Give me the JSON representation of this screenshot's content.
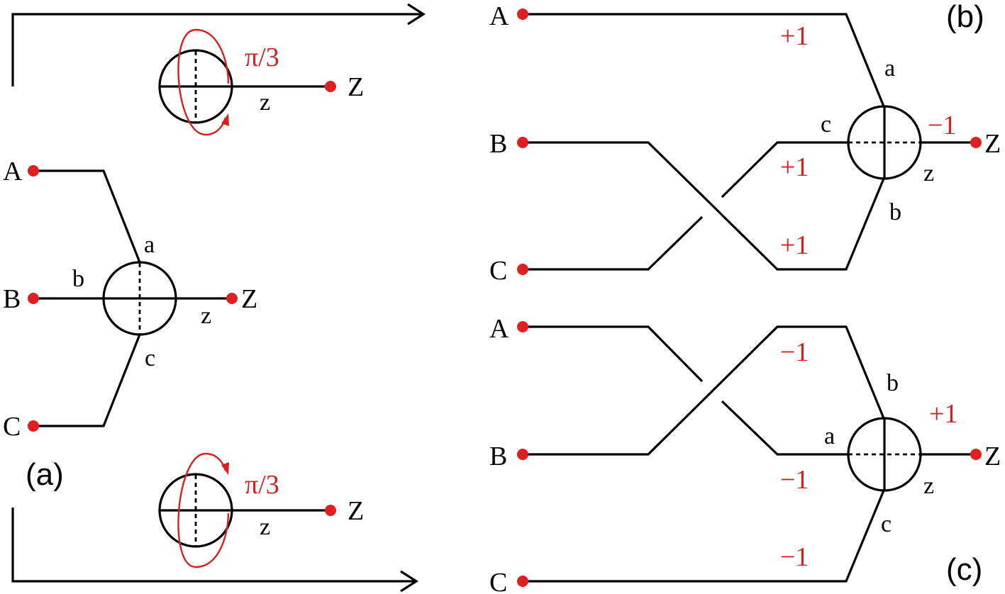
{
  "colors": {
    "line": "#000000",
    "accent": "#d42020",
    "terminal": "#e02020"
  },
  "panel_a": {
    "label": "(a)",
    "terminals": {
      "A": "A",
      "B": "B",
      "C": "C",
      "Z": "Z"
    },
    "legs": {
      "a": "a",
      "b": "b",
      "c": "c",
      "z": "z"
    },
    "rotation_top": {
      "angle": "π/3",
      "terminal": "Z",
      "leg": "z"
    },
    "rotation_bottom": {
      "angle": "π/3",
      "terminal": "Z",
      "leg": "z"
    }
  },
  "panel_b": {
    "label": "(b)",
    "terminals": {
      "A": "A",
      "B": "B",
      "C": "C",
      "Z": "Z"
    },
    "legs": {
      "a": "a",
      "b": "b",
      "c": "c",
      "z": "z"
    },
    "signs": {
      "top": "+1",
      "middle": "+1",
      "bottom": "+1",
      "z": "−1"
    }
  },
  "panel_c": {
    "label": "(c)",
    "terminals": {
      "A": "A",
      "B": "B",
      "C": "C",
      "Z": "Z"
    },
    "legs": {
      "a": "a",
      "b": "b",
      "c": "c",
      "z": "z"
    },
    "signs": {
      "top": "−1",
      "middle": "−1",
      "bottom": "−1",
      "z": "+1"
    }
  }
}
